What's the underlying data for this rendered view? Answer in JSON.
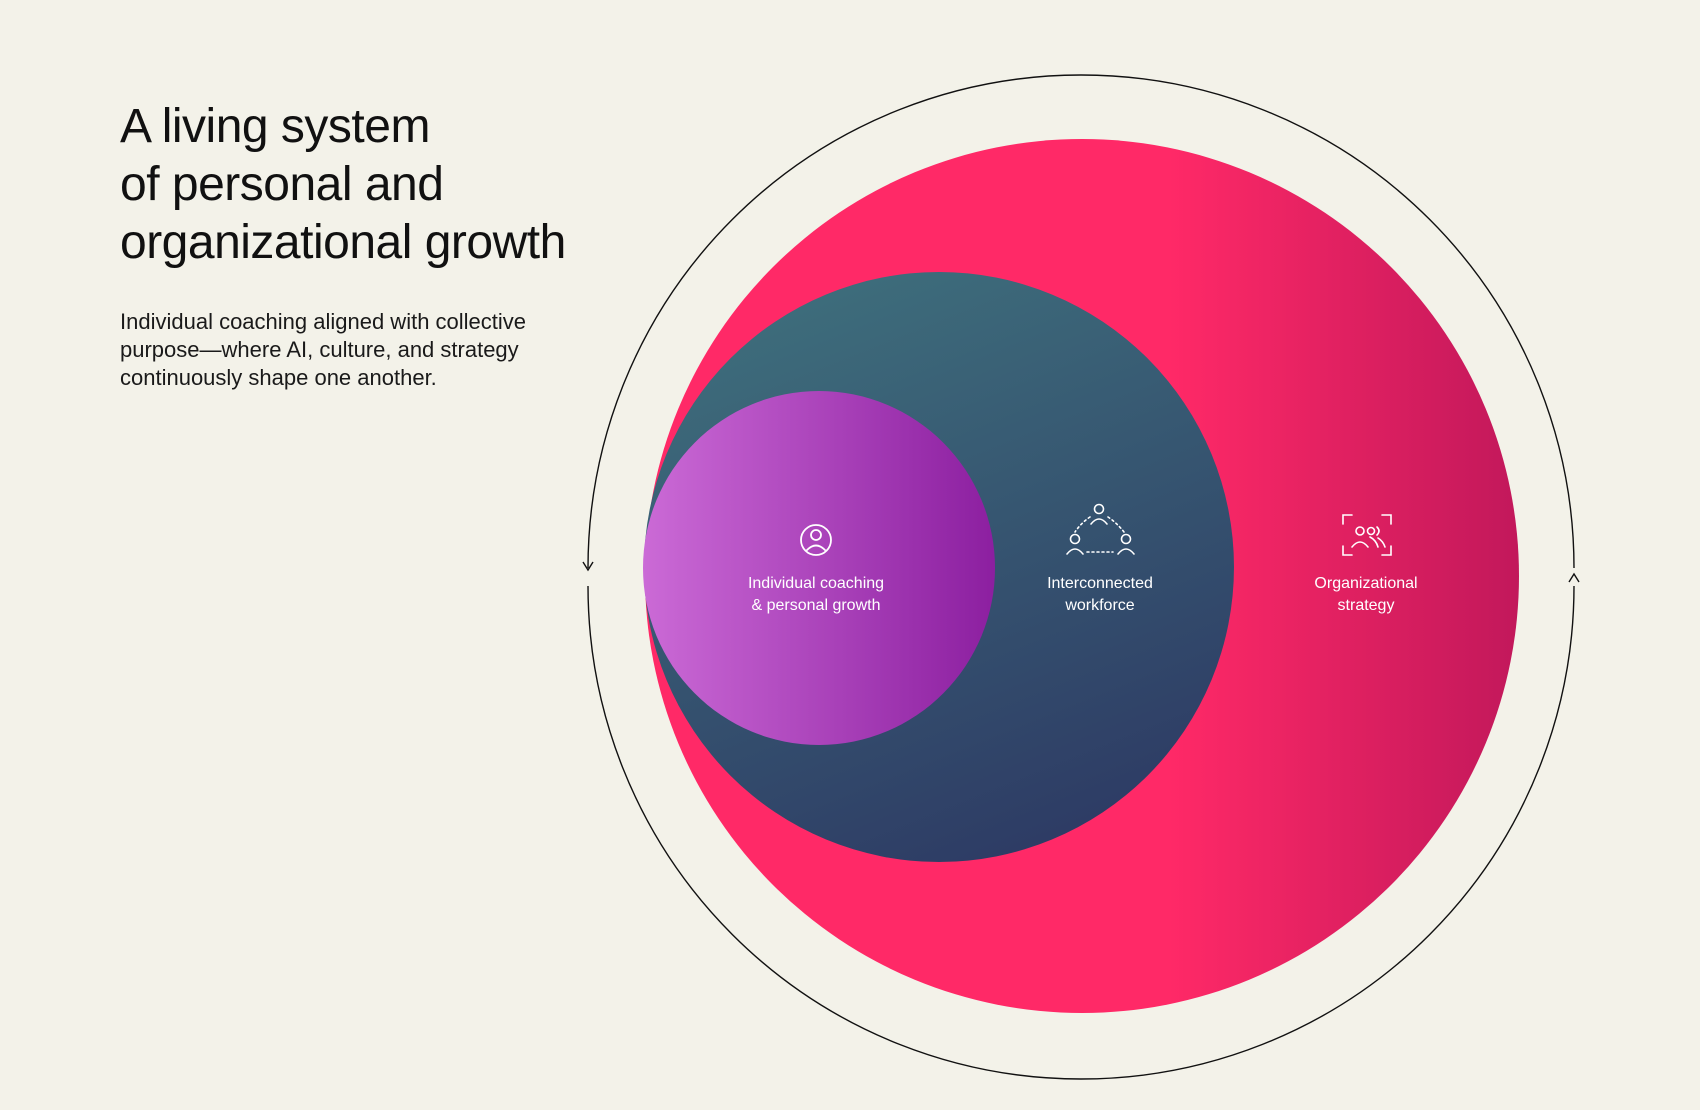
{
  "header": {
    "title_lines": [
      "A living system",
      "of personal and",
      "organizational growth"
    ],
    "description_lines": [
      "Individual coaching aligned with collective",
      "purpose—where AI, culture, and strategy",
      "continuously shape one another."
    ]
  },
  "diagram": {
    "layers": [
      {
        "id": "individual",
        "label_lines": [
          "Individual coaching",
          "& personal growth"
        ],
        "icon": "person-circle-icon",
        "colors": [
          "#cb6ad6",
          "#8c1fa0"
        ]
      },
      {
        "id": "workforce",
        "label_lines": [
          "Interconnected",
          "workforce"
        ],
        "icon": "connected-people-icon",
        "colors": [
          "#3e6e7c",
          "#2d3a64"
        ]
      },
      {
        "id": "organization",
        "label_lines": [
          "Organizational",
          "strategy"
        ],
        "icon": "group-focus-icon",
        "colors": [
          "#ff2967",
          "#c2185b"
        ]
      }
    ],
    "cycle_ring_color": "#111111"
  }
}
